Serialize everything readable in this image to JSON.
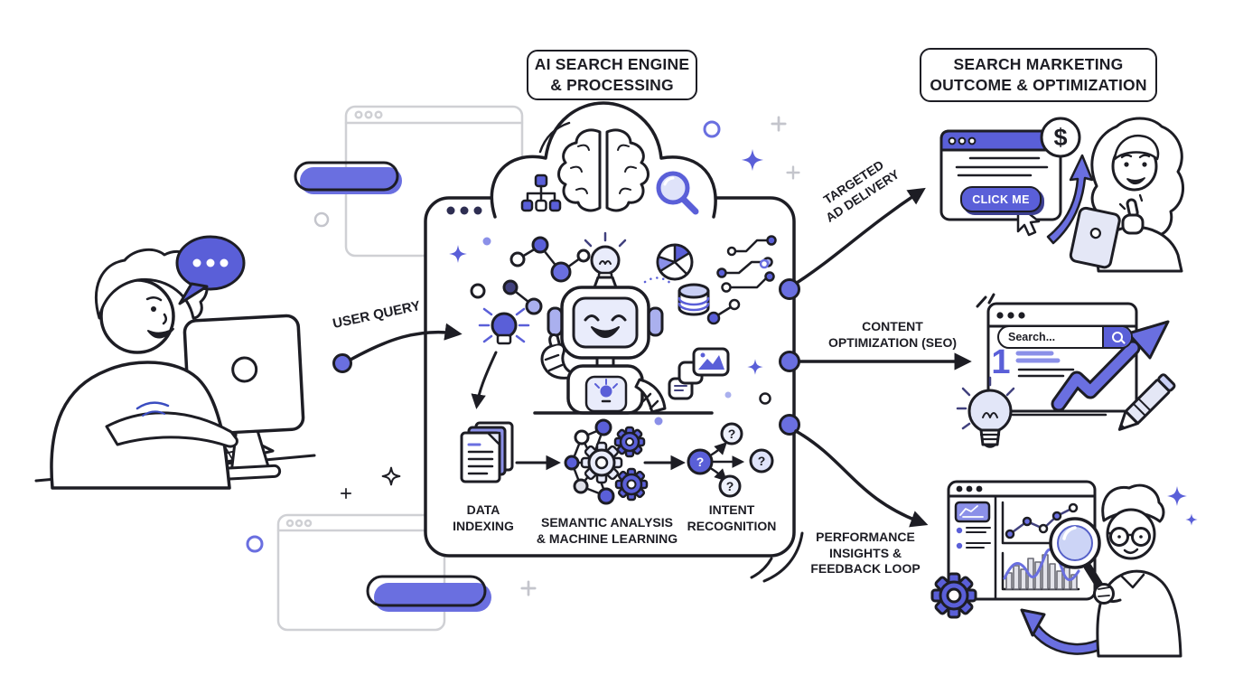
{
  "palette": {
    "accent": "#5a5fd8",
    "accent_dark": "#3c3f90",
    "accent_light": "#c9cff4",
    "accent_pale": "#e9ecfb",
    "ink": "#1d1d24",
    "ghost_gray": "#cfd0d4"
  },
  "titles": {
    "engine": "AI SEARCH ENGINE\n& PROCESSING",
    "marketing": "SEARCH MARKETING\nOUTCOME & OPTIMIZATION"
  },
  "flow_labels": {
    "user_query": "USER QUERY",
    "targeted_ad": "TARGETED\nAD DELIVERY",
    "content_seo": "CONTENT\nOPTIMIZATION (SEO)",
    "performance": "PERFORMANCE\nINSIGHTS &\nFEEDBACK LOOP"
  },
  "engine_steps": [
    {
      "label": "DATA\nINDEXING"
    },
    {
      "label": "SEMANTIC ANALYSIS\n& MACHINE LEARNING"
    },
    {
      "label": "INTENT\nRECOGNITION"
    }
  ],
  "intent_icon": {
    "question_mark": "?"
  },
  "ad_panel": {
    "button_label": "CLICK ME",
    "dollar_badge": "$"
  },
  "seo_panel": {
    "search_text": "Search...",
    "rank_number": "1"
  }
}
